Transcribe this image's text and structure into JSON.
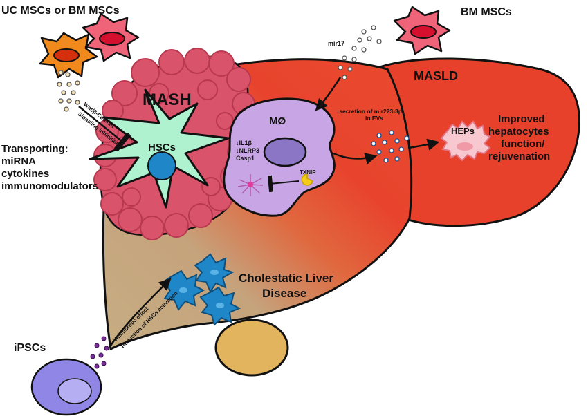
{
  "sources": {
    "uc_bm_mscs": "UC MSCs or BM MSCs",
    "bm_mscs": "BM MSCs",
    "ipscs": "iPSCs"
  },
  "regions": {
    "mash": "MASH",
    "masld": "MASLD",
    "cholestatic_line1": "Cholestatic Liver",
    "cholestatic_line2": "Disease"
  },
  "cells": {
    "hscs": "HSCs",
    "macrophage": "MØ",
    "heps": "HEPs",
    "txnip": "TXNIP"
  },
  "labels": {
    "mir17": "mir17",
    "wnt": "Wnt/β-Catenin",
    "signaling": "Signaling inhibition",
    "transport": [
      "Transporting:",
      "miRNA",
      "cytokines",
      "immunomodulators"
    ],
    "inflammation": [
      "↓IL1β",
      "↓NLRP3",
      "Casp1"
    ],
    "secretion_line1": "↓secretion of mir223-3p",
    "secretion_line2": "in EVs",
    "improved": [
      "Improved",
      "hepatocytes",
      "function/",
      "rejuvenation"
    ],
    "antifibrotic": "Antifibrotic effect",
    "reduction": "Reduction of HSCs activation"
  },
  "colors": {
    "liver_red": "#e8412b",
    "mash_pink": "#d9536b",
    "hsc_green": "#aef2d0",
    "macrophage_purple": "#c8a6e6",
    "cholestatic_tan": "#c2a87e",
    "gallbladder": "#e2b45e",
    "ipsc_purple": "#8f86e6",
    "cholangiocyte_blue": "#1f86c8",
    "msc_orange": "#f08a1c",
    "msc_pink": "#f0647a"
  }
}
